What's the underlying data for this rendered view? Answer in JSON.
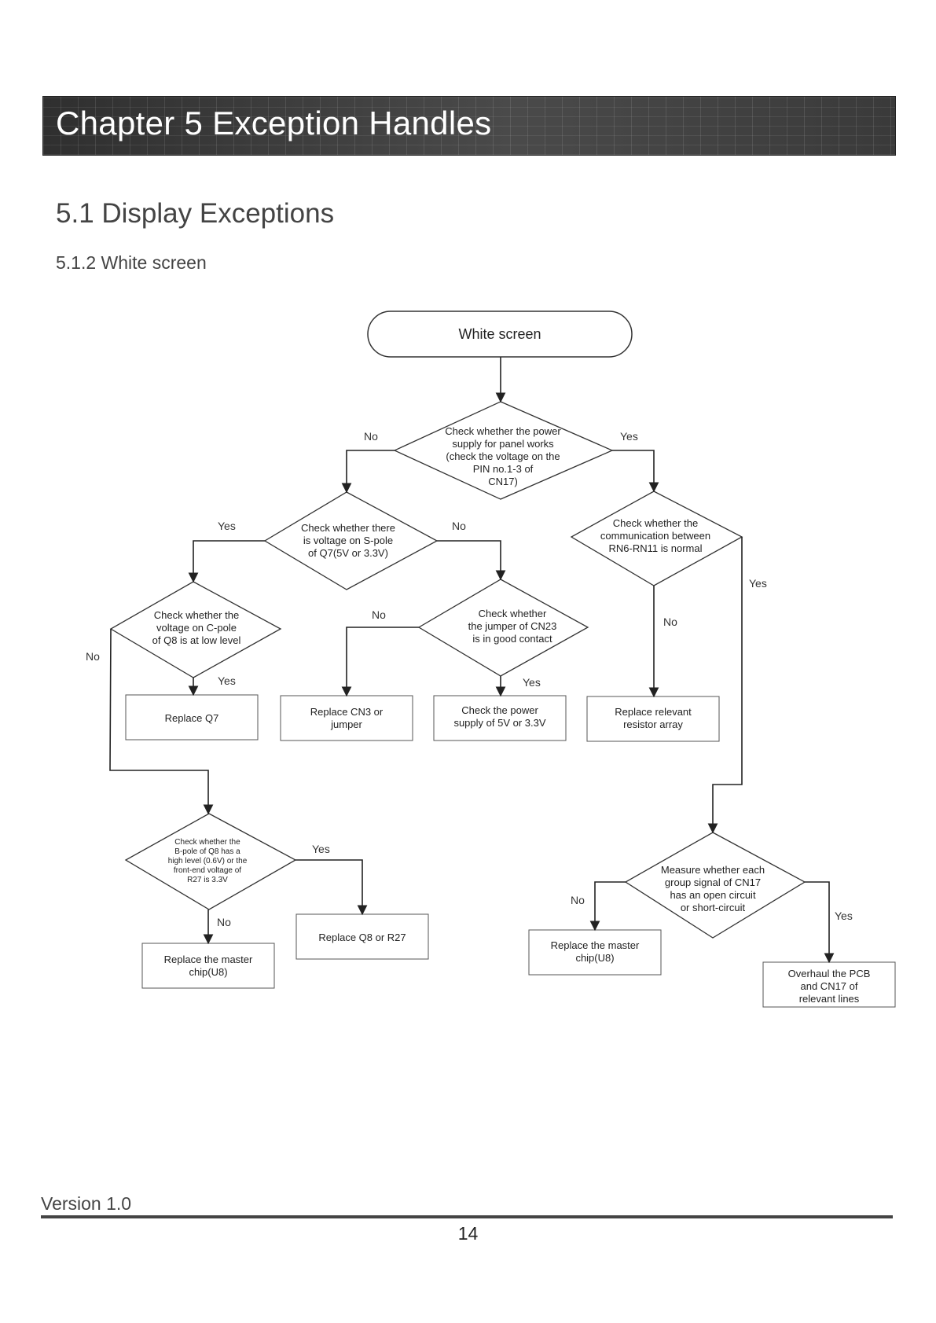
{
  "header": {
    "chapter_title": "Chapter 5 Exception Handles",
    "section_title": "5.1 Display Exceptions",
    "subsection_title": "5.1.2 White screen"
  },
  "flowchart": {
    "start": "White screen",
    "d_power": [
      "Check whether the power",
      "supply for panel works",
      "(check the voltage on the",
      "PIN no.1-3 of",
      "CN17)"
    ],
    "d_spole": [
      "Check whether there",
      "is voltage on S-pole",
      "of Q7(5V or 3.3V)"
    ],
    "d_cpole": [
      "Check whether the",
      "voltage on C-pole",
      "of Q8 is at low level"
    ],
    "d_jumper": [
      "Check whether",
      "the jumper of CN23",
      "is in good contact"
    ],
    "d_comm": [
      "Check whether the",
      "communication between",
      "RN6-RN11 is normal"
    ],
    "d_bpole": [
      "Check whether the",
      "B-pole of Q8 has a",
      "high level (0.6V) or the",
      "front-end voltage of",
      "R27 is 3.3V"
    ],
    "d_cn17": [
      "Measure whether each",
      "group signal of CN17",
      "has an open circuit",
      "or short-circuit"
    ],
    "b_q7": [
      "Replace Q7"
    ],
    "b_cn3": [
      "Replace CN3 or",
      "jumper"
    ],
    "b_power": [
      "Check the power",
      "supply of 5V or 3.3V"
    ],
    "b_resistor": [
      "Replace relevant",
      "resistor array"
    ],
    "b_master1": [
      "Replace the master",
      "chip(U8)"
    ],
    "b_q8r27": [
      "Replace Q8 or R27"
    ],
    "b_master2": [
      "Replace the master",
      "chip(U8)"
    ],
    "b_overhaul": [
      "Overhaul the PCB",
      "and CN17 of",
      "relevant lines"
    ],
    "labels": {
      "power_no": "No",
      "power_yes": "Yes",
      "spole_yes": "Yes",
      "spole_no": "No",
      "cpole_no": "No",
      "cpole_yes": "Yes",
      "jumper_no": "No",
      "jumper_yes": "Yes",
      "comm_no": "No",
      "comm_yes": "Yes",
      "bpole_yes": "Yes",
      "bpole_no": "No",
      "cn17_no": "No",
      "cn17_yes": "Yes"
    }
  },
  "footer": {
    "version": "Version 1.0",
    "page_number": "14"
  }
}
